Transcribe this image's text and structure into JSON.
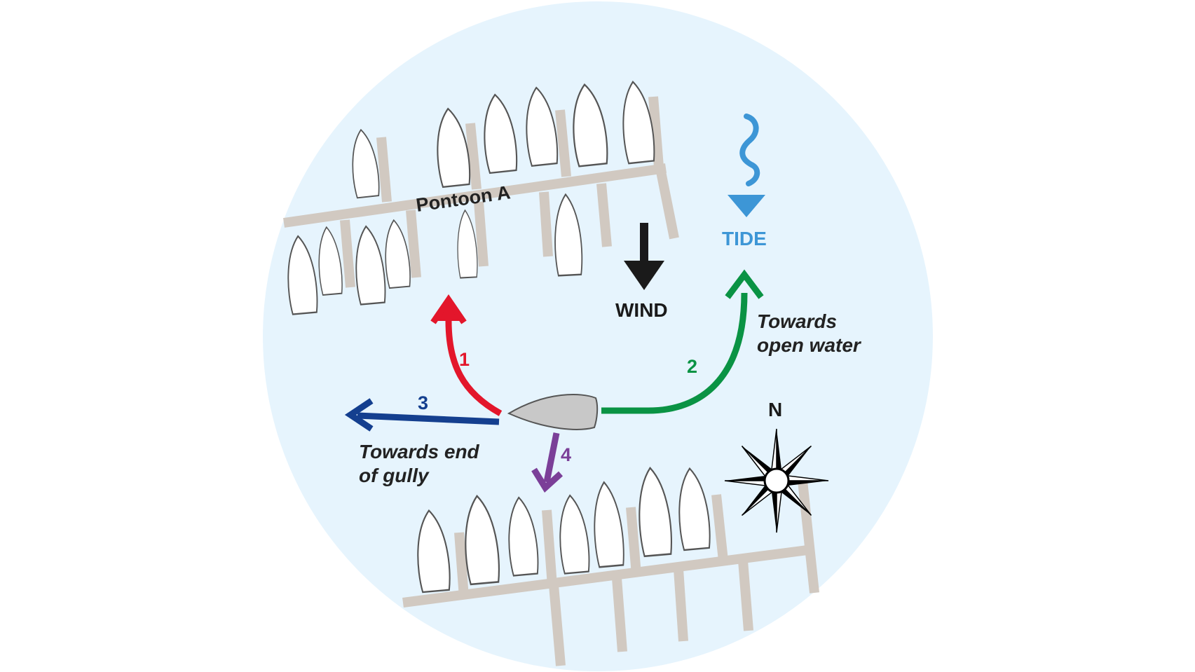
{
  "labels": {
    "pontoon": "Pontoon A",
    "wind": "WIND",
    "tide": "TIDE",
    "open_water_1": "Towards",
    "open_water_2": "open water",
    "gully_1": "Towards end",
    "gully_2": "of gully",
    "north": "N",
    "route1": "1",
    "route2": "2",
    "route3": "3",
    "route4": "4"
  },
  "colors": {
    "background": "#e6f4fd",
    "pontoon": "#d1c9c1",
    "boat_fill": "#ffffff",
    "boat_outline": "#555555",
    "own_boat": "#c8c8c8",
    "route1": "#e3162b",
    "route2": "#0a9344",
    "route3": "#143f8f",
    "route4": "#7b3f98",
    "tide": "#3d96d6",
    "wind": "#1a1a1a"
  },
  "icons": [
    "wind-arrow-icon",
    "tide-wave-arrow-icon",
    "compass-rose-icon"
  ]
}
